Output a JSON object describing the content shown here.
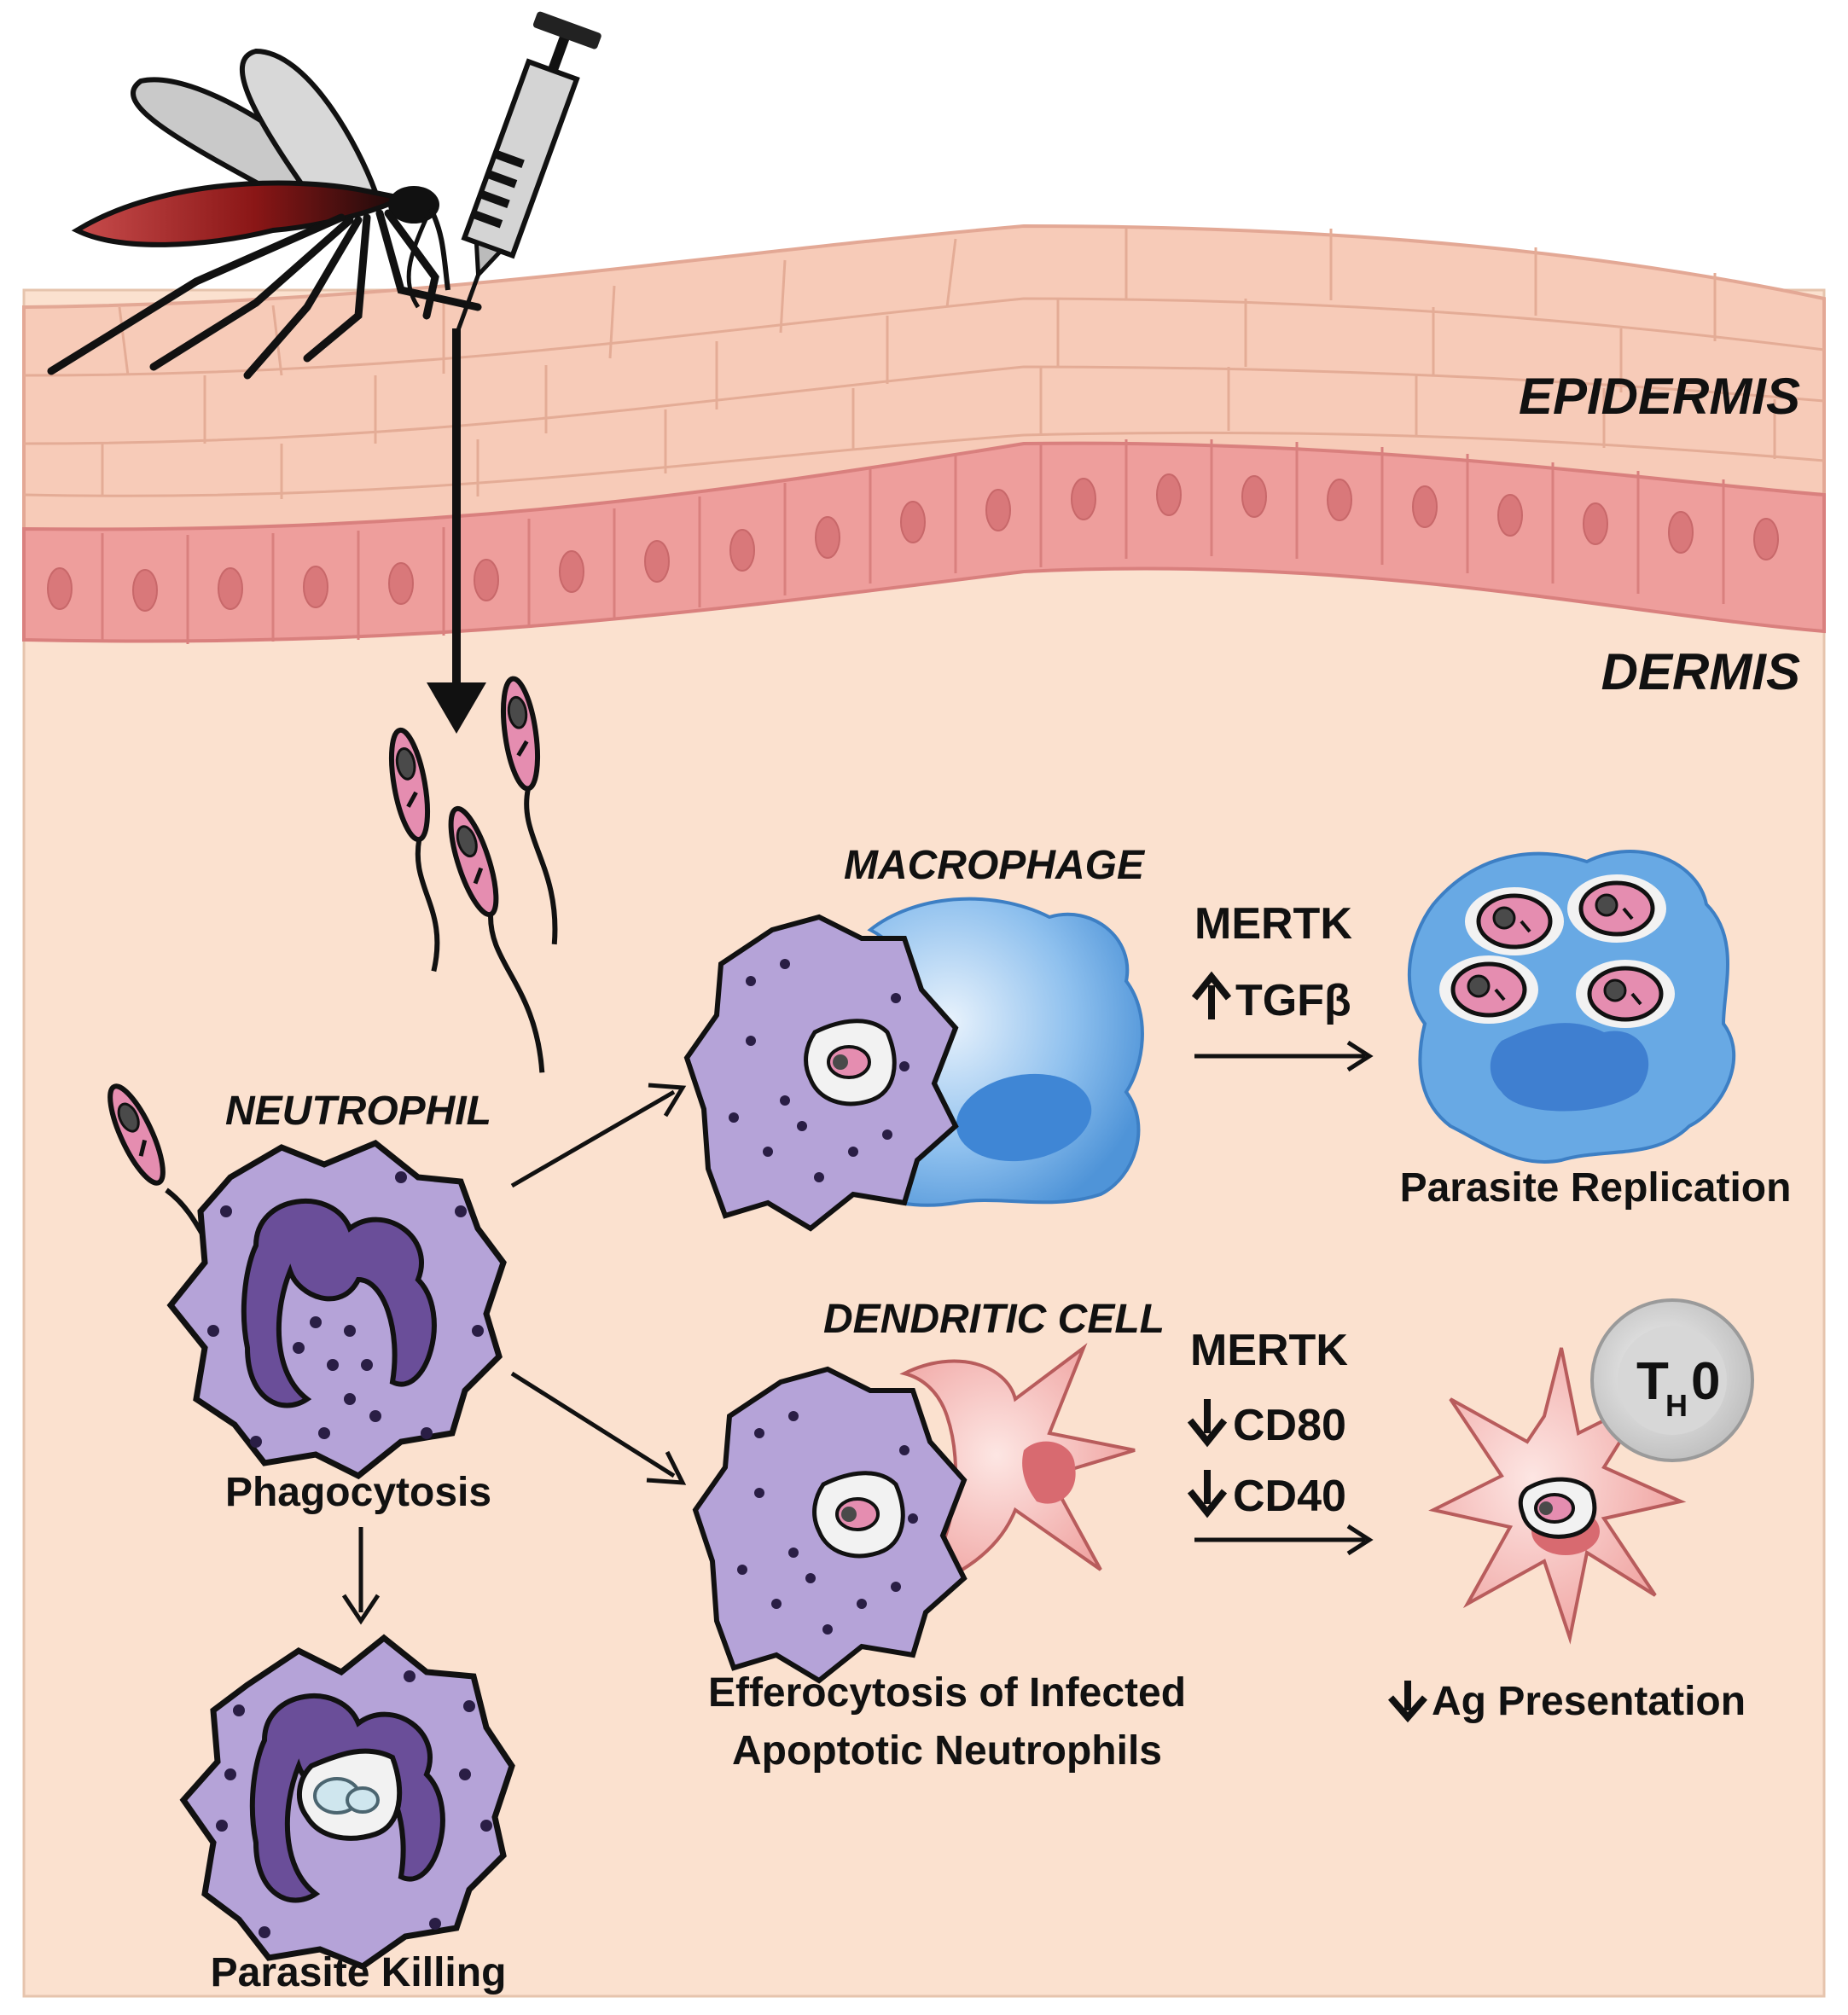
{
  "layers": {
    "epidermis": "EPIDERMIS",
    "dermis": "DERMIS"
  },
  "cells": {
    "neutrophil": "NEUTROPHIL",
    "macrophage": "MACROPHAGE",
    "dendritic_cell": "DENDRITIC CELL",
    "th0_main": "T",
    "th0_sub": "H",
    "th0_tail": "0"
  },
  "labels": {
    "phagocytosis": "Phagocytosis",
    "parasite_killing": "Parasite Killing",
    "efferocytosis_line1": "Efferocytosis of Infected",
    "efferocytosis_line2": "Apoptotic Neutrophils",
    "parasite_replication": "Parasite Replication",
    "ag_presentation": "Ag Presentation"
  },
  "macrophage_signals": {
    "receptor": "MERTK",
    "up_signal": "TGFβ"
  },
  "dendritic_signals": {
    "receptor": "MERTK",
    "down_signal_1": "CD80",
    "down_signal_2": "CD40"
  },
  "colors": {
    "dermis": "#fbe0cc",
    "epidermis_cells": "#f6c8b6",
    "basal_cells": "#eba1a0",
    "neutrophil": "#b4a4d6",
    "neutrophil_nucleus": "#6a4f98",
    "macrophage": "#5ba1e0",
    "dendritic_cell": "#ef9b9b",
    "parasite": "#e08cae",
    "mosquito_abdomen": "#9a1c1c",
    "t_cell": "#c4c4c4"
  }
}
